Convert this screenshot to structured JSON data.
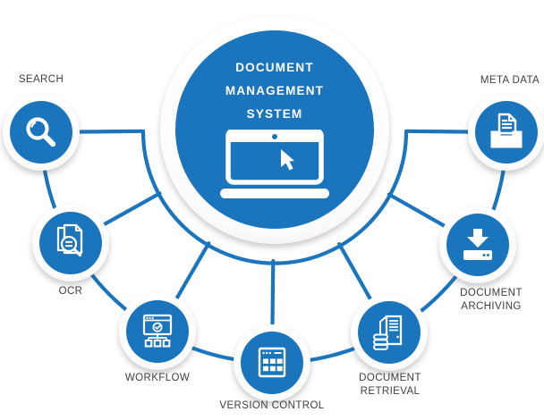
{
  "diagram": {
    "title_lines": [
      "DOCUMENT",
      "MANAGEMENT",
      "SYSTEM"
    ],
    "colors": {
      "primary_blue": "#1b75bc",
      "label_text": "#3e3e3e",
      "ring_edge": "#d3d3d3",
      "background": "#ffffff"
    },
    "hub": {
      "name": "document-management-system",
      "icon": "laptop-cursor-icon"
    },
    "nodes": [
      {
        "id": "search",
        "label": "SEARCH",
        "icon": "magnifier-icon",
        "label_position": "top"
      },
      {
        "id": "meta-data",
        "label": "META DATA",
        "icon": "document-tray-icon",
        "label_position": "top"
      },
      {
        "id": "ocr",
        "label": "OCR",
        "icon": "document-scan-icon",
        "label_position": "bottom"
      },
      {
        "id": "workflow",
        "label": "WORKFLOW",
        "icon": "window-flowchart-icon",
        "label_position": "bottom"
      },
      {
        "id": "version-control",
        "label": "VERSION CONTROL",
        "icon": "window-grid-icon",
        "label_position": "bottom"
      },
      {
        "id": "document-retrieval",
        "label": "DOCUMENT\nRETRIEVAL",
        "icon": "server-database-icon",
        "label_position": "bottom"
      },
      {
        "id": "document-archiving",
        "label": "DOCUMENT\nARCHIVING",
        "icon": "download-box-icon",
        "label_position": "bottom"
      }
    ]
  }
}
